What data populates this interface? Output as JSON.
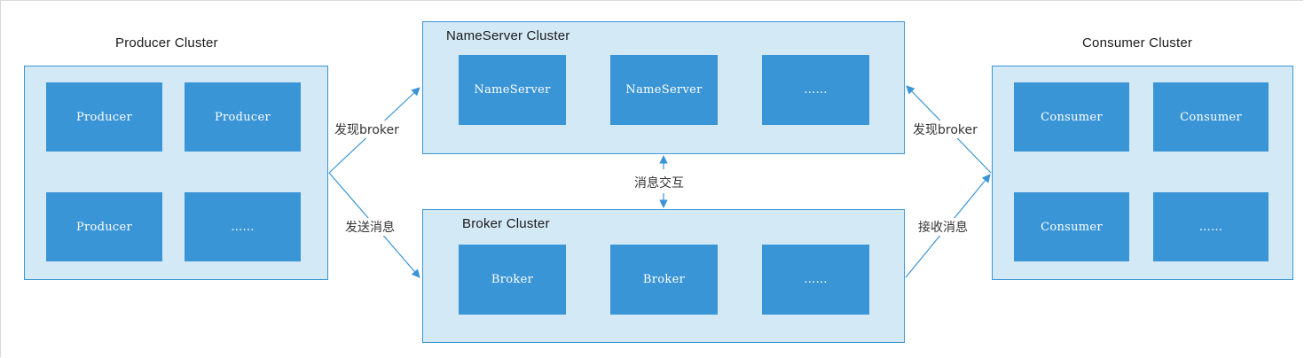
{
  "colors": {
    "cluster_fill": "#d4e9f6",
    "cluster_border": "#3a95d6",
    "node_fill": "#3a95d6",
    "node_text": "#ffffff",
    "arrow": "#3a95d6"
  },
  "producer_cluster": {
    "title": "Producer  Cluster",
    "nodes": [
      "Producer",
      "Producer",
      "Producer",
      "……"
    ]
  },
  "nameserver_cluster": {
    "title": "NameServer  Cluster",
    "nodes": [
      "NameServer",
      "NameServer",
      "……"
    ]
  },
  "broker_cluster": {
    "title": "Broker  Cluster",
    "nodes": [
      "Broker",
      "Broker",
      "……"
    ]
  },
  "consumer_cluster": {
    "title": "Consumer  Cluster",
    "nodes": [
      "Consumer",
      "Consumer",
      "Consumer",
      "……"
    ]
  },
  "edges": {
    "producer_to_nameserver": "发现broker",
    "producer_to_broker": "发送消息",
    "nameserver_broker": "消息交互",
    "consumer_to_nameserver": "发现broker",
    "broker_to_consumer": "接收消息"
  }
}
